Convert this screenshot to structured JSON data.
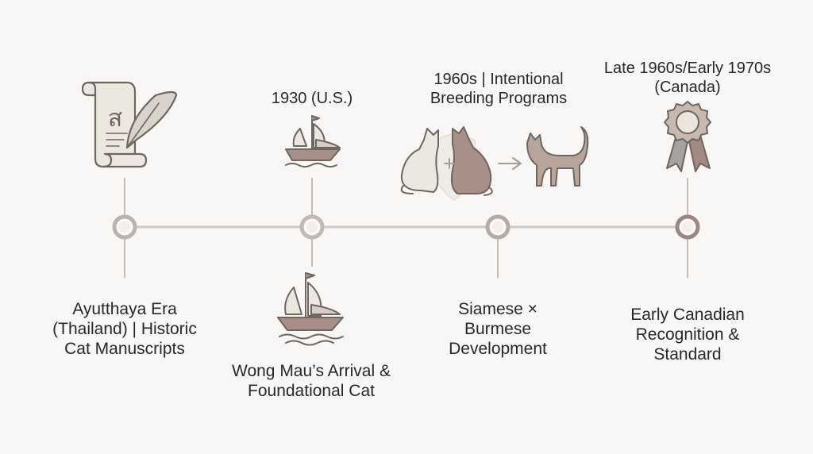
{
  "timeline": {
    "events": [
      {
        "id": "ayutthaya",
        "top_lines": [],
        "bottom_lines": [
          "Ayutthaya Era",
          "(Thailand) | Historic",
          "Cat Manuscripts"
        ],
        "icon": "scroll-with-quill-icon",
        "icon_glyph": "ส"
      },
      {
        "id": "wong-mau",
        "top_lines": [
          "1930 (U.S.)"
        ],
        "bottom_lines": [
          "Wong Mau’s Arrival &",
          "Foundational Cat"
        ],
        "icon": "sailing-ship-icon"
      },
      {
        "id": "breeding",
        "top_lines": [
          "1960s | Intentional",
          "Breeding Programs"
        ],
        "bottom_lines": [
          "Siamese ×",
          "Burmese",
          "Development"
        ],
        "icon": "cat-crossbreeding-icon",
        "plus_symbol": "+"
      },
      {
        "id": "canada",
        "top_lines": [
          "Late 1960s/Early 1970s",
          "(Canada)"
        ],
        "bottom_lines": [
          "Early Canadian",
          "Recognition &",
          "Standard"
        ],
        "icon": "award-ribbon-icon"
      }
    ]
  },
  "colors": {
    "background": "#f8f7f5",
    "line": "#c9c5c0",
    "node_ring": "#b8b2ab",
    "node_ring_dark": "#a08a82",
    "icon_stroke": "#6e6660",
    "icon_fill_light": "#ece7df",
    "icon_fill_brown": "#a89088",
    "icon_fill_tan": "#b8a59a",
    "text": "#2a2826"
  }
}
